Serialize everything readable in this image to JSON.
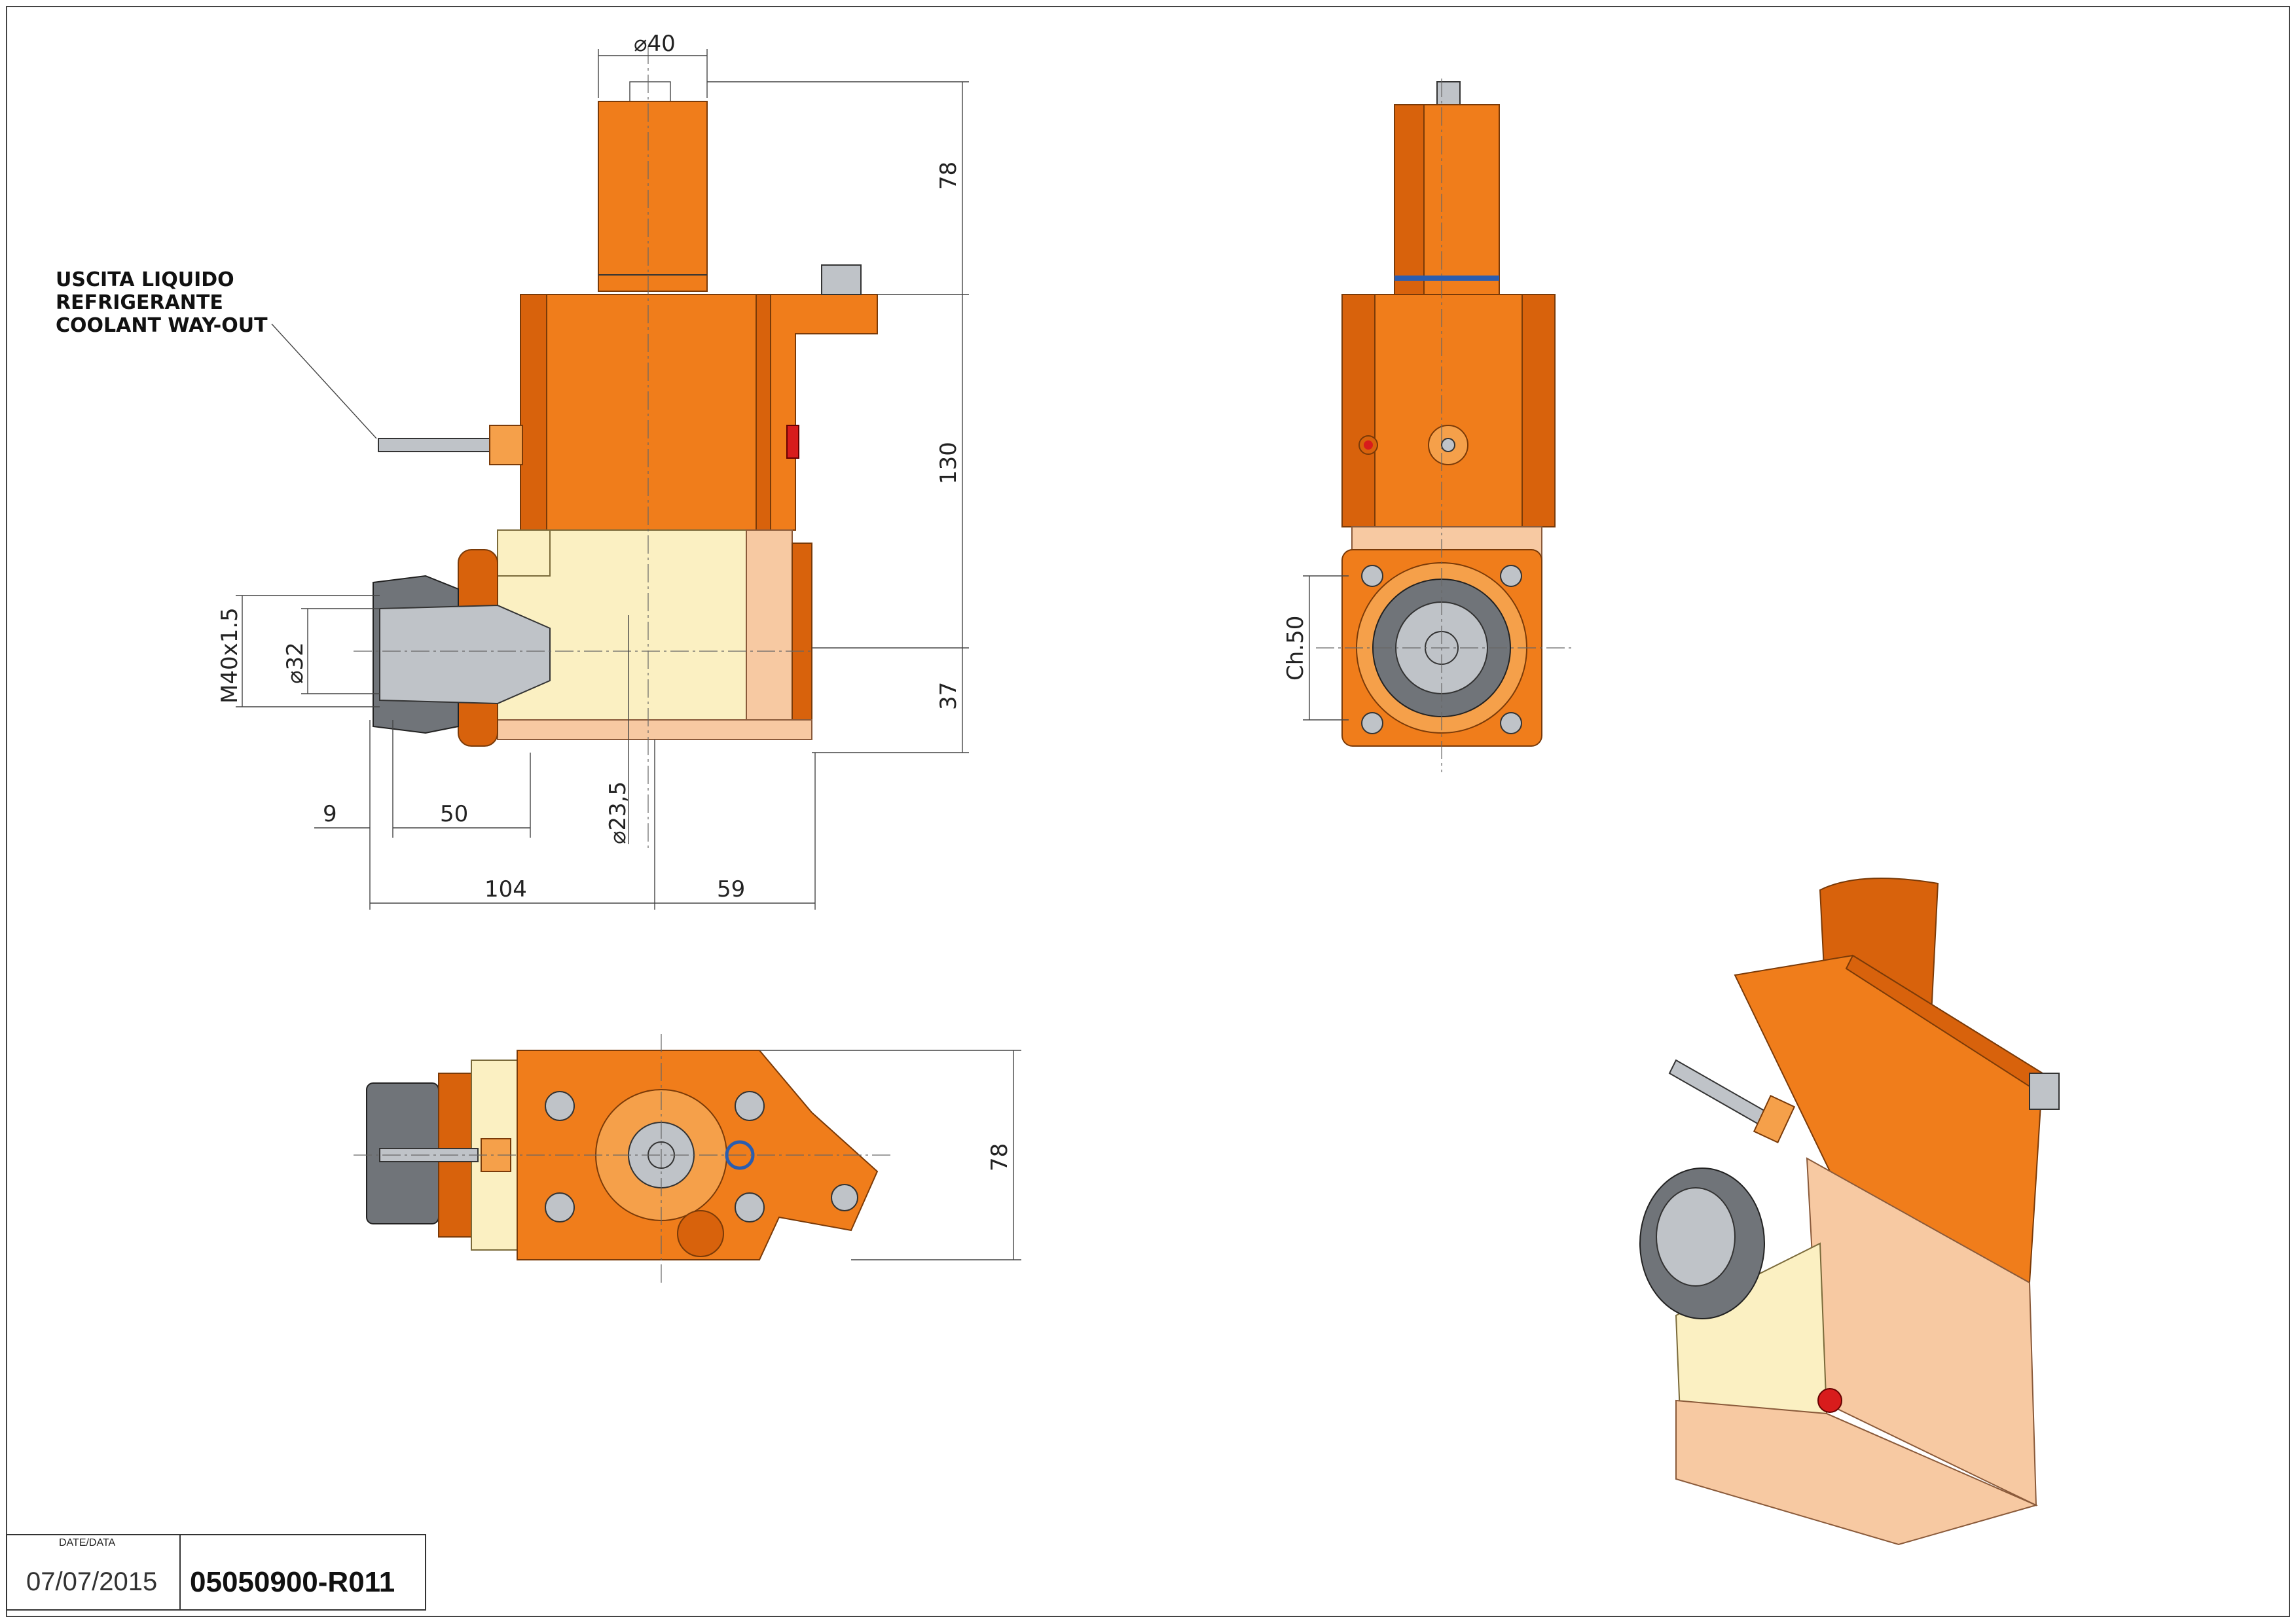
{
  "title_block": {
    "date_label": "DATE/DATA",
    "date_value": "07/07/2015",
    "drawing_number": "05050900-R011"
  },
  "note": {
    "line1": "USCITA LIQUIDO",
    "line2": "REFRIGERANTE",
    "line3": "COOLANT WAY-OUT"
  },
  "dimensions": {
    "shank_diameter": "40",
    "shank_length": "78",
    "body_height": "130",
    "lower_height": "37",
    "thread": "M40x1.5",
    "collet_diameter": "32",
    "bore_diameter": "23,5",
    "offset_9": "9",
    "offset_50": "50",
    "length_104": "104",
    "length_59": "59",
    "side_chamfer": "Ch.50",
    "top_view_78": "78"
  },
  "colors": {
    "body_orange": "#f07d1b",
    "cream_housing": "#fbf0c2",
    "coolant_plug_red": "#d81c1c",
    "o_ring_blue": "#2a5db0"
  }
}
